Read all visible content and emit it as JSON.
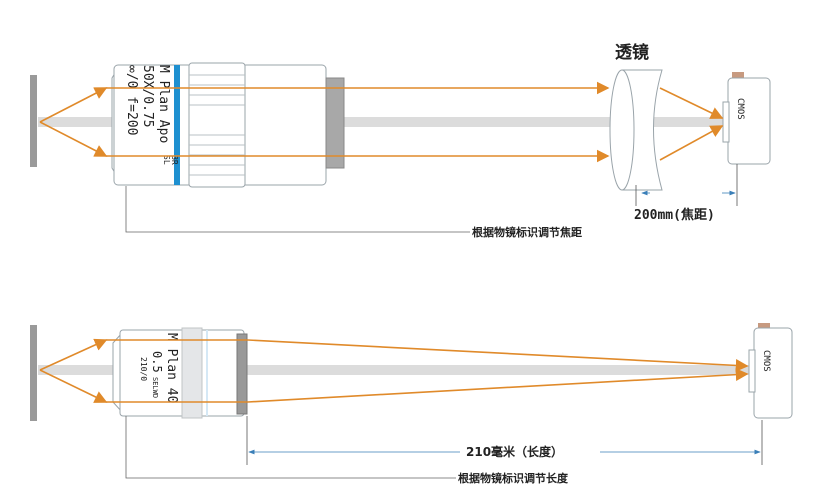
{
  "colors": {
    "ray": "#e08a2a",
    "axis": "#d9d9d9",
    "accent_blue": "#1e90d0",
    "sample": "#9a9a9a",
    "outline": "#9aa4aa"
  },
  "top": {
    "lens_title": "透镜",
    "objective": {
      "line1": "M Plan Apo",
      "line2": "50X/0.75",
      "line3": "∞/0  f=200",
      "badge_top": "BR",
      "badge_bottom": "SL"
    },
    "camera_label": "CMOS",
    "focal_dimension": "200mm(焦距)",
    "leader_note": "根据物镜标识调节焦距"
  },
  "bottom": {
    "objective": {
      "line1": "M Plan 40",
      "line2": "0.5",
      "line2_small": "SELWD",
      "line3": "210/0"
    },
    "camera_label": "CMOS",
    "length_dimension": "210毫米（长度）",
    "leader_note": "根据物镜标识调节长度"
  }
}
